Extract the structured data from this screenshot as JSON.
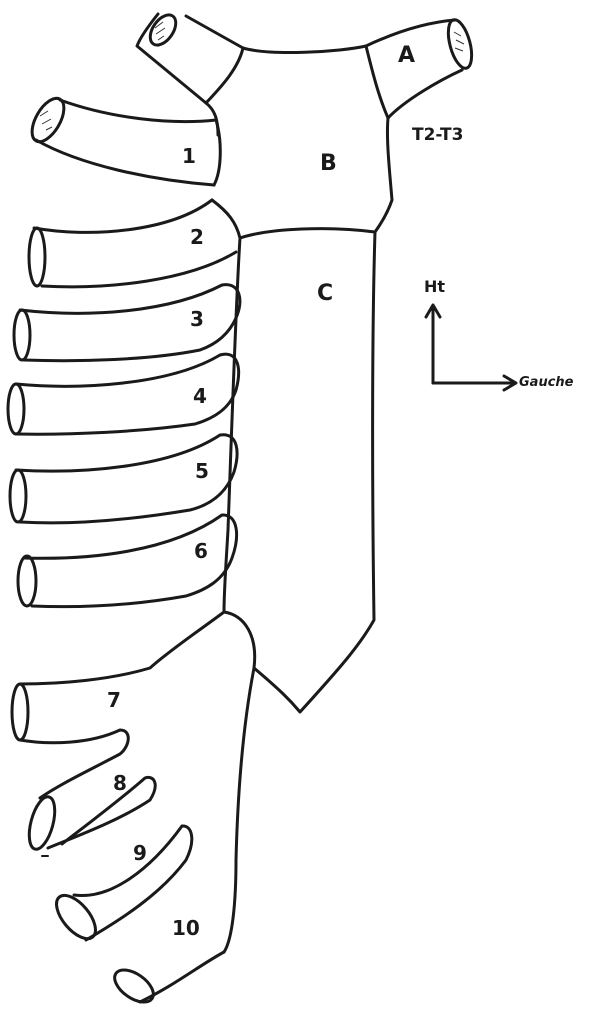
{
  "segments": {
    "a": "A",
    "b": "B",
    "c": "C"
  },
  "level": "T2-T3",
  "ribs": [
    "1",
    "2",
    "3",
    "4",
    "5",
    "6",
    "7",
    "8",
    "9",
    "10"
  ],
  "orientation": {
    "up": "Ht",
    "left": "Gauche"
  }
}
